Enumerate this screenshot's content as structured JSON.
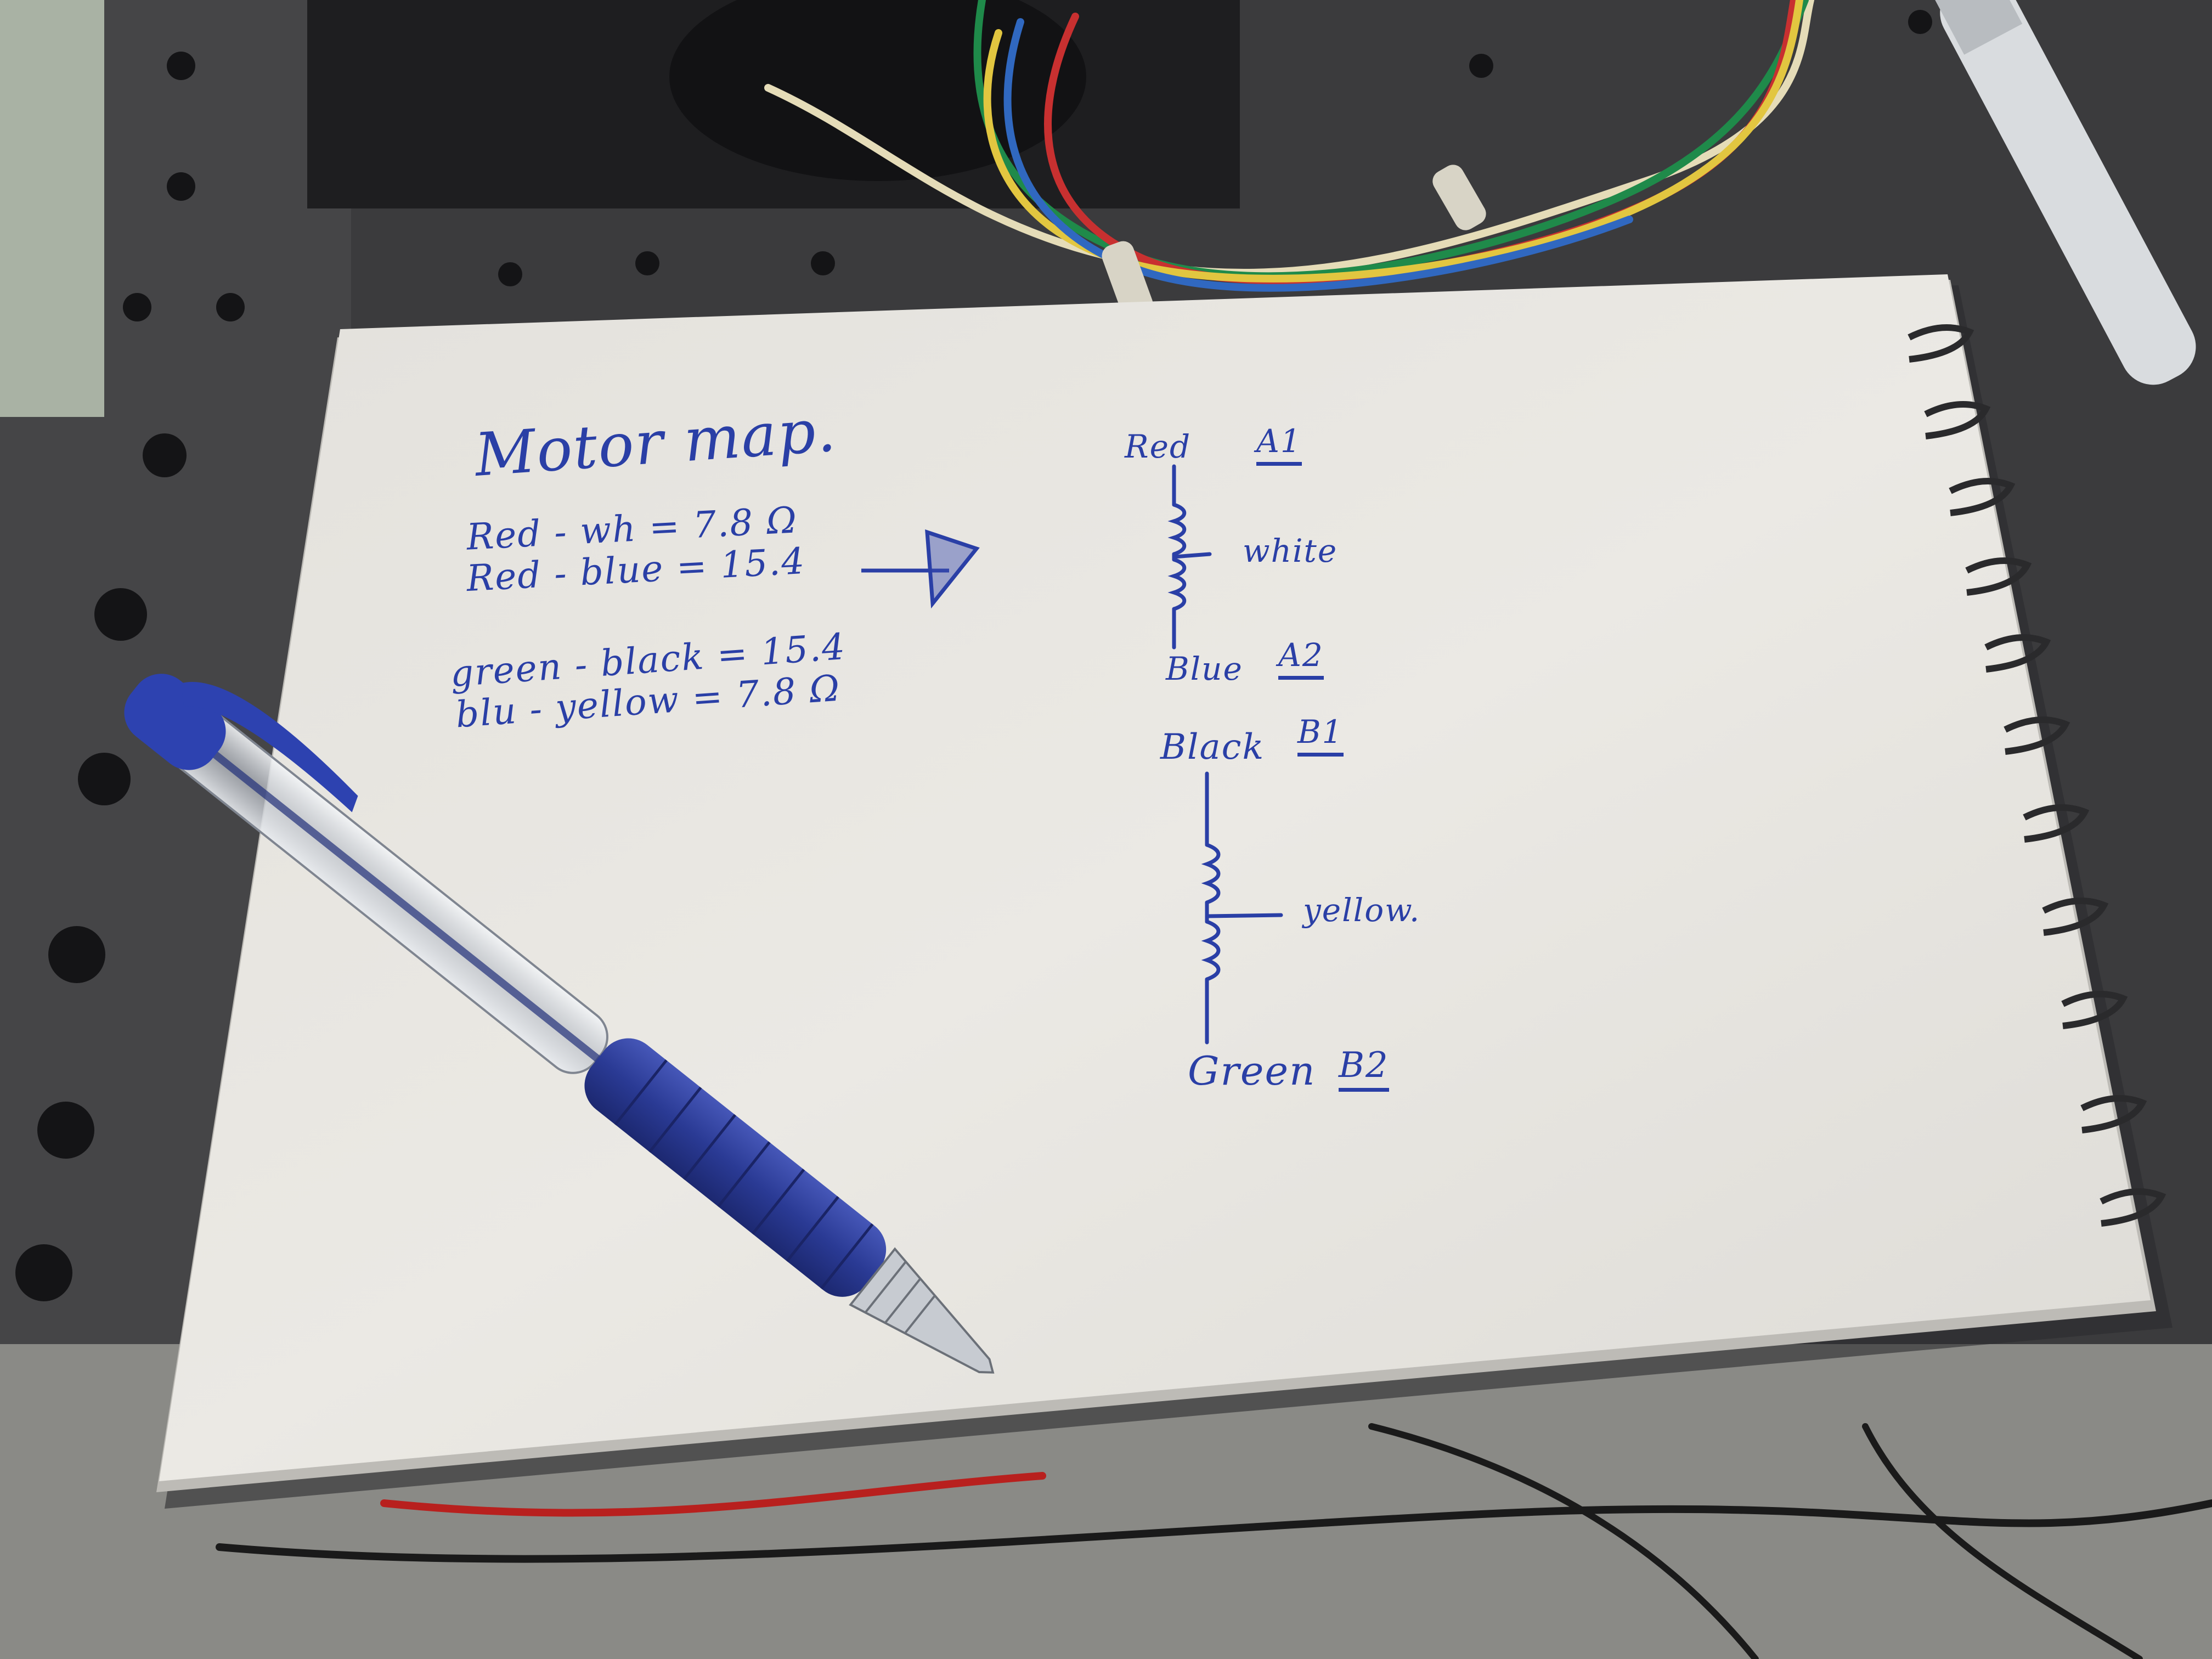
{
  "note": {
    "title": "Motor map.",
    "measurements": [
      "Red - wh = 7.8 Ω",
      "Red - blue = 15.4",
      "green - black = 15.4",
      "blu - yellow = 7.8 Ω"
    ]
  },
  "coil_a": {
    "top_wire": "Red",
    "top_pin": "A1",
    "center_tap": "white",
    "bottom_wire": "Blue",
    "bottom_pin": "A2"
  },
  "coil_b": {
    "top_wire": "Black",
    "top_pin": "B1",
    "center_tap": "yellow.",
    "bottom_wire": "Green",
    "bottom_pin": "B2"
  },
  "colors": {
    "ink": "#2a3fa6",
    "paper": "#e9e7e2",
    "bench": "#3f3f41",
    "pen_blue": "#2b3d9e"
  }
}
